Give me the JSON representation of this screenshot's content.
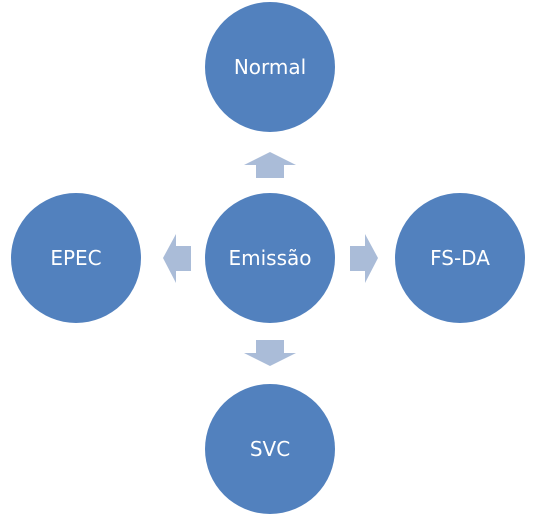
{
  "diagram": {
    "center": {
      "label": "Emissão"
    },
    "nodes": {
      "top": {
        "label": "Normal"
      },
      "left": {
        "label": "EPEC"
      },
      "right": {
        "label": "FS-DA"
      },
      "bottom": {
        "label": "SVC"
      }
    },
    "colors": {
      "circle": "#5281be",
      "arrow": "#aabcd8",
      "text": "#ffffff"
    }
  }
}
